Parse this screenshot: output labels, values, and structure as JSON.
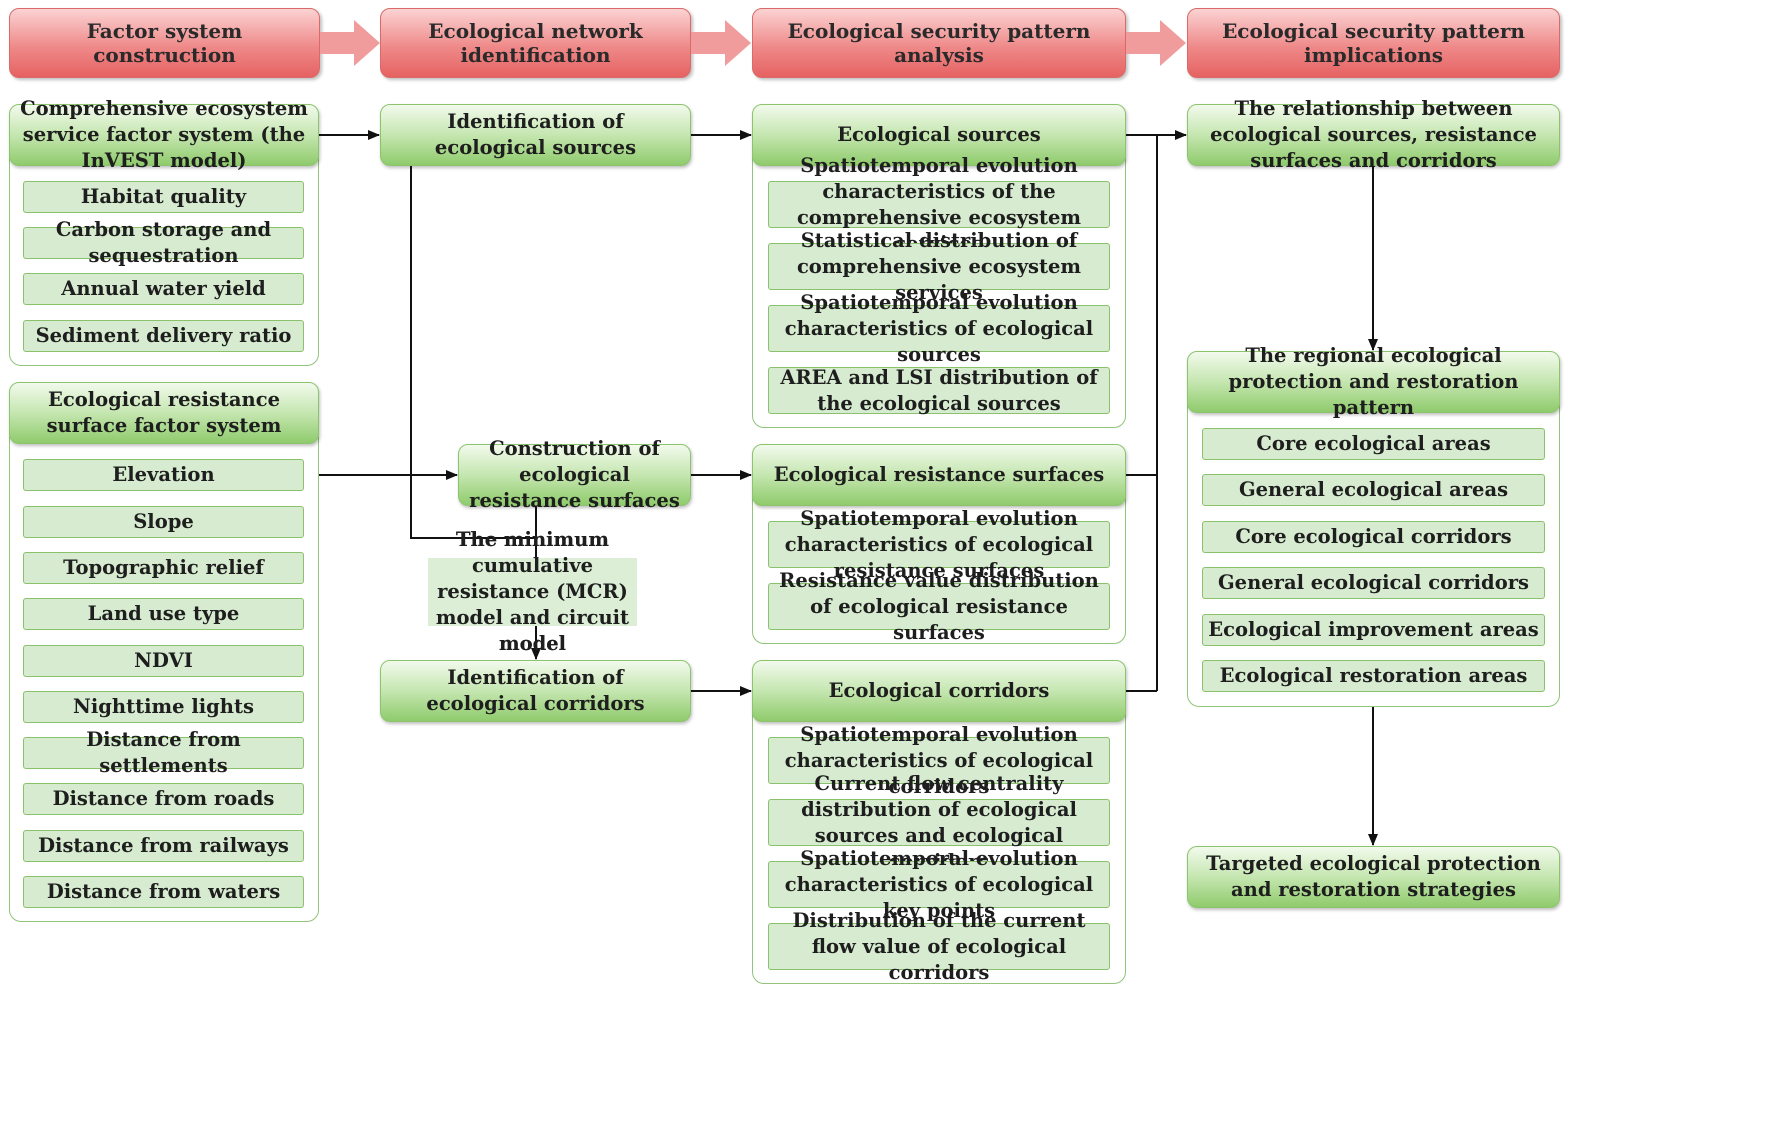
{
  "headers": [
    "Factor system construction",
    "Ecological network identification",
    "Ecological security pattern analysis",
    "Ecological security pattern implications"
  ],
  "col1": {
    "service": {
      "title": "Comprehensive ecosystem service factor system (the InVEST model)",
      "items": [
        "Habitat quality",
        "Carbon storage and sequestration",
        "Annual water yield",
        "Sediment delivery ratio"
      ]
    },
    "resistance": {
      "title": "Ecological resistance surface factor system",
      "items": [
        "Elevation",
        "Slope",
        "Topographic relief",
        "Land use type",
        "NDVI",
        "Nighttime lights",
        "Distance from settlements",
        "Distance from roads",
        "Distance from railways",
        "Distance from waters"
      ]
    }
  },
  "col2": {
    "sources": "Identification of ecological sources",
    "construction": "Construction of ecological resistance surfaces",
    "mcr": "The minimum cumulative resistance (MCR) model and circuit model",
    "corridors": "Identification of ecological corridors"
  },
  "col3": {
    "sources": {
      "title": "Ecological sources",
      "items": [
        "Spatiotemporal evolution characteristics of the comprehensive ecosystem services",
        "Statistical distribution of comprehensive ecosystem services",
        "Spatiotemporal evolution characteristics of ecological sources",
        "AREA and LSI distribution of the ecological sources"
      ]
    },
    "resistance": {
      "title": "Ecological resistance surfaces",
      "items": [
        "Spatiotemporal evolution characteristics of ecological resistance surfaces",
        "Resistance value distribution of ecological resistance surfaces"
      ]
    },
    "corridors": {
      "title": "Ecological corridors",
      "items": [
        "Spatiotemporal evolution characteristics of ecological corridors",
        "Current flow centrality distribution of ecological sources and ecological corridors",
        "Spatiotemporal evolution characteristics of ecological key points",
        "Distribution of the current flow value of ecological corridors"
      ]
    }
  },
  "col4": {
    "relationship": "The relationship between ecological sources, resistance surfaces and corridors",
    "pattern": {
      "title": "The regional ecological protection and restoration pattern",
      "items": [
        "Core ecological areas",
        "General ecological areas",
        "Core ecological corridors",
        "General ecological corridors",
        "Ecological improvement areas",
        "Ecological restoration areas"
      ]
    },
    "strategies": "Targeted ecological protection and restoration strategies"
  }
}
